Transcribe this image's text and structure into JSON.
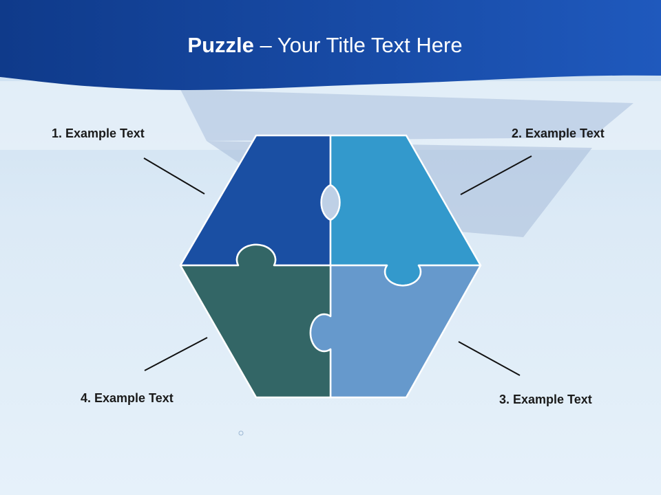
{
  "title": {
    "strong": "Puzzle",
    "rest": "  – Your Title Text Here"
  },
  "labels": {
    "item1": "1. Example Text",
    "item2": "2. Example Text",
    "item3": "3. Example Text",
    "item4": "4. Example Text"
  },
  "colors": {
    "header": "#1a4a9e",
    "background": "#dceaf6",
    "piece1": "#1a4fa3",
    "piece2": "#3399cc",
    "piece3": "#6699cc",
    "piece4": "#336666",
    "line": "#111111"
  }
}
